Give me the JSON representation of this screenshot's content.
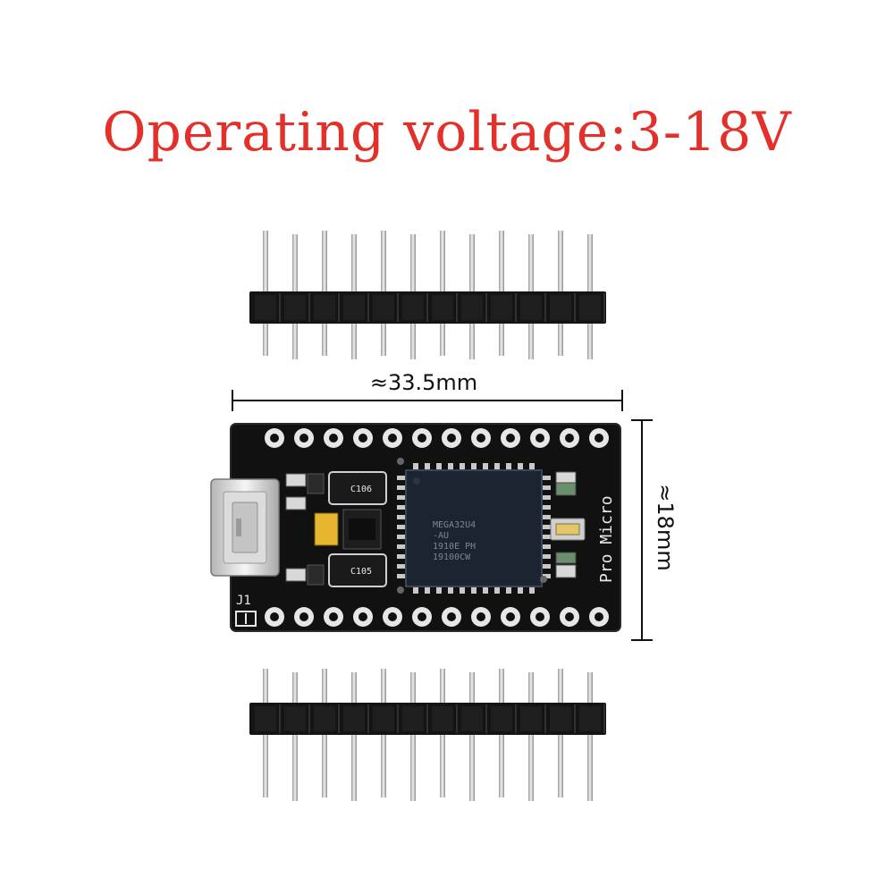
{
  "headline": "Operating voltage:3-18V",
  "dimensions": {
    "width_label": "≈33.5mm",
    "height_label": "≈18mm"
  },
  "board": {
    "name_silk": "Pro Micro",
    "connector_label": "J1",
    "chip_lines": [
      "MEGA32U4",
      "-AU",
      "1910E  PH",
      "19100CW"
    ],
    "cap_label_top": "C106",
    "cap_label_bottom": "C105"
  },
  "colors": {
    "headline": "#e3302a",
    "pcb": "#111111",
    "header_body": "#141414",
    "pin": "#c9c9c9"
  },
  "icons": [
    "pin-header",
    "micro-usb-connector",
    "microcontroller-chip",
    "crystal-oscillator"
  ]
}
